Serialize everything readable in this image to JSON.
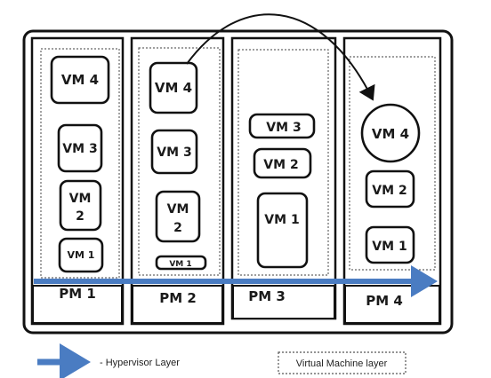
{
  "machines": [
    {
      "label": "PM 1",
      "vms": [
        "VM 4",
        "VM 3",
        "VM 2",
        "VM 1"
      ]
    },
    {
      "label": "PM 2",
      "vms": [
        "VM 4",
        "VM 3",
        "VM 2",
        "VM 1"
      ]
    },
    {
      "label": "PM 3",
      "vms": [
        "VM 3",
        "VM 2",
        "VM 1"
      ]
    },
    {
      "label": "PM 4",
      "vms": [
        "VM 4",
        "VM 2",
        "VM 1"
      ]
    }
  ],
  "vm_lines": {
    "pm1_vm2": [
      "VM",
      "2"
    ],
    "pm2_vm2": [
      "VM",
      "2"
    ]
  },
  "legend": {
    "hypervisor": "- Hypervisor Layer",
    "vm_layer": "Virtual Machine layer"
  },
  "colors": {
    "hypervisor": "#4a7cc2",
    "outline": "#111111"
  }
}
